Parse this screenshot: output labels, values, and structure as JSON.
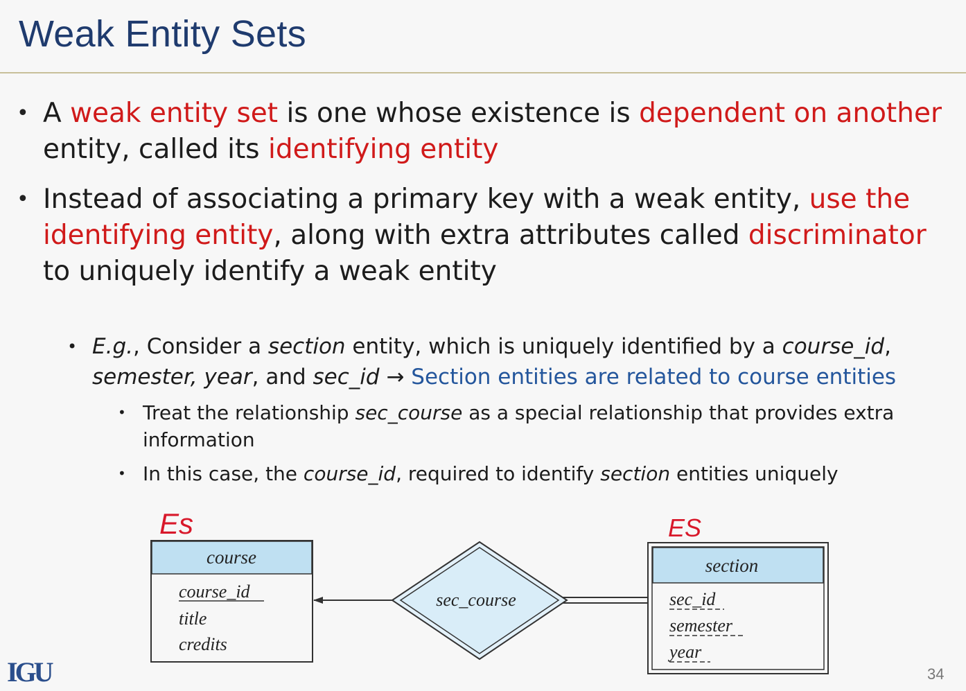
{
  "slide": {
    "title": "Weak Entity Sets",
    "page_number": "34",
    "logo_text": "IGU"
  },
  "bullets": {
    "b1": {
      "t1": "A ",
      "t2": "weak entity set",
      "t3": " is one whose existence is ",
      "t4": "dependent on another",
      "t5": " entity, called its ",
      "t6": "identifying entity"
    },
    "b2": {
      "t1": "Instead of associating a primary key with a weak entity, ",
      "t2": "use the identifying entity",
      "t3": ", along with extra attributes called ",
      "t4": "discriminator",
      "t5": " to uniquely identify a weak entity"
    },
    "b3": {
      "t1": "E.g.",
      "t2": ", Consider a ",
      "t3": "section",
      "t4": " entity, which is uniquely identified by a ",
      "t5": "course_id",
      "t6": ",",
      "t7": "semester, year",
      "t8": ", and ",
      "t9": "sec_id",
      "t10": " → ",
      "t11": "Section entities are related to course entities"
    },
    "b4": {
      "t1": "Treat the relationship ",
      "t2": "sec_course",
      "t3": "  as a special relationship that provides extra information"
    },
    "b5": {
      "t1": "In this case, the ",
      "t2": "course_id",
      "t3": ", required to identify ",
      "t4": "section",
      "t5": " entities uniquely"
    }
  },
  "diagram": {
    "course": {
      "name": "course",
      "attributes": [
        "course_id",
        "title",
        "credits"
      ],
      "annotation": "Es"
    },
    "relationship": {
      "name": "sec_course"
    },
    "section": {
      "name": "section",
      "attributes": [
        "sec_id",
        "semester",
        "year"
      ],
      "annotation": "ES"
    },
    "colors": {
      "entity_header": "#bfe0f2",
      "annotation": "#d8182a",
      "line": "#333333"
    }
  }
}
